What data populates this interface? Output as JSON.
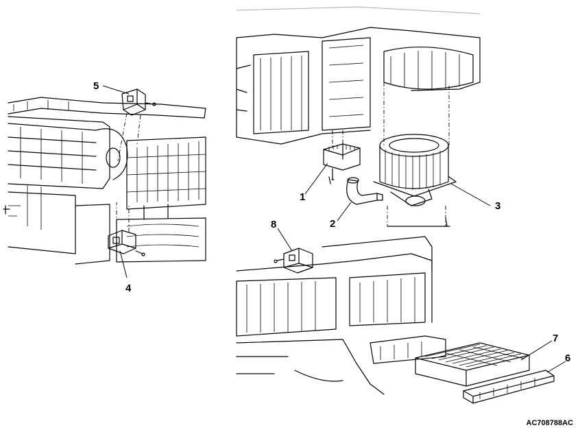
{
  "callouts": [
    {
      "id": "1",
      "label": "1"
    },
    {
      "id": "2",
      "label": "2"
    },
    {
      "id": "3",
      "label": "3"
    },
    {
      "id": "4",
      "label": "4"
    },
    {
      "id": "5",
      "label": "5"
    },
    {
      "id": "6",
      "label": "6"
    },
    {
      "id": "7",
      "label": "7"
    },
    {
      "id": "8",
      "label": "8"
    }
  ],
  "figure_code": "AC708788AC"
}
